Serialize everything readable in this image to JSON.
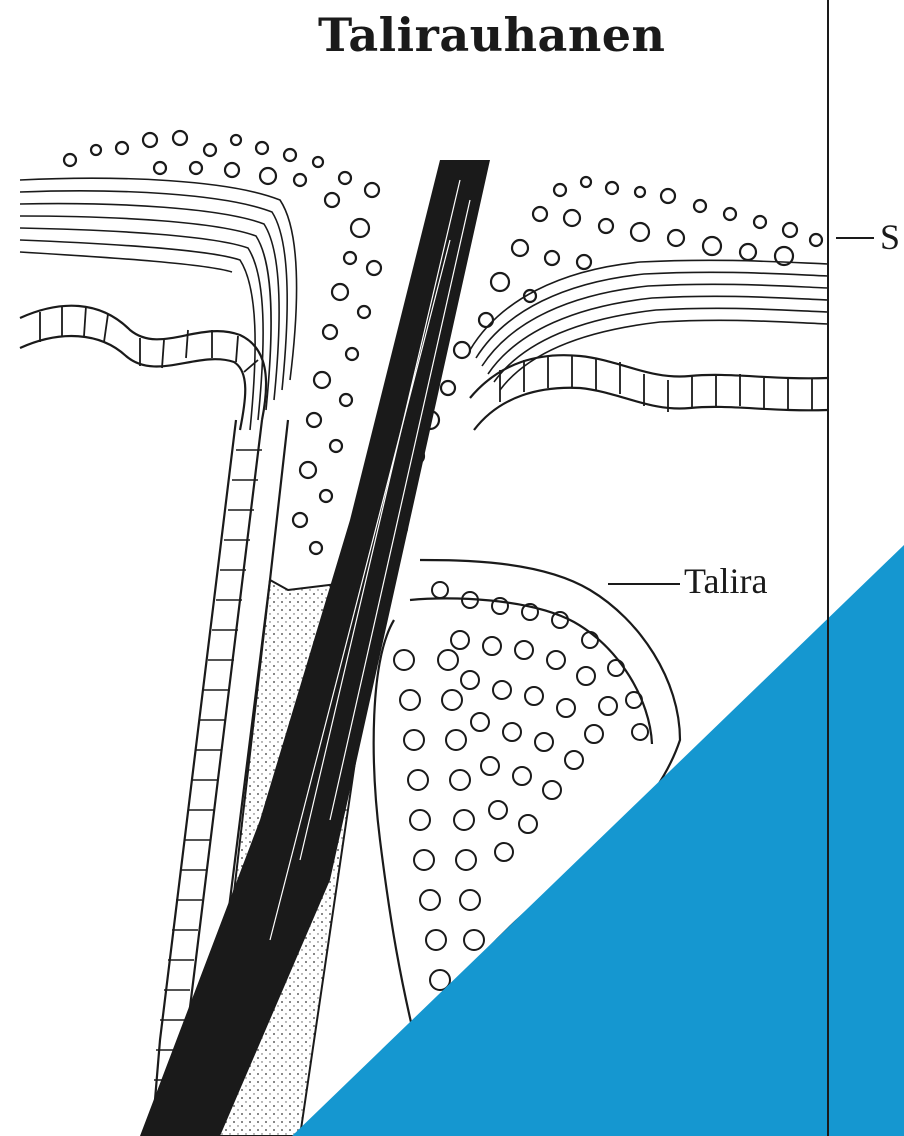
{
  "title": "Talirauhanen",
  "labels": {
    "top_cut": "S",
    "gland": "Talira"
  },
  "colors": {
    "ink": "#1a1a1a",
    "accent_triangle": "#1597d0",
    "background": "#ffffff"
  }
}
